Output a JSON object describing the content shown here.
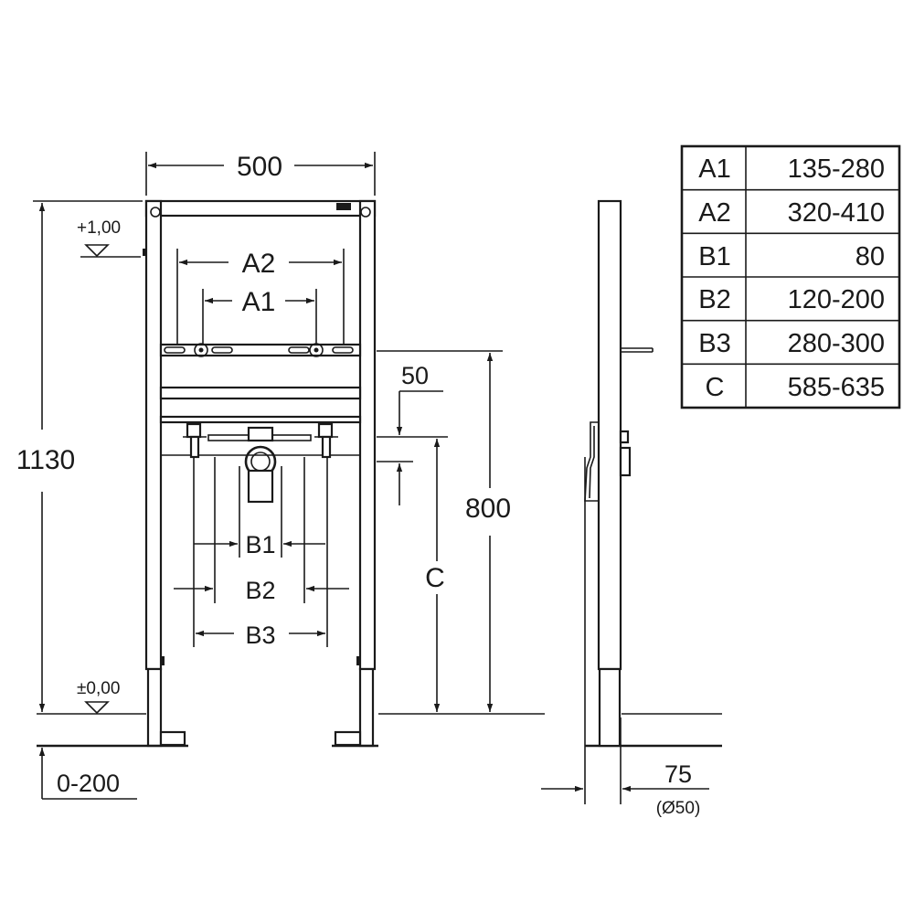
{
  "front_view": {
    "width_label": "500",
    "height_label": "1130",
    "level_top": "+1,00",
    "level_floor": "±0,00",
    "adjust_label": "0-200",
    "a2_label": "A2",
    "a1_label": "A1",
    "b1_label": "B1",
    "b2_label": "B2",
    "b3_label": "B3",
    "c_label": "C",
    "offset_label": "50",
    "drain_height_label": "800"
  },
  "side_view": {
    "depth_label": "75",
    "pipe_label": "(Ø50)"
  },
  "dimension_table": {
    "rows": [
      {
        "key": "A1",
        "value": "135-280"
      },
      {
        "key": "A2",
        "value": "320-410"
      },
      {
        "key": "B1",
        "value": "80"
      },
      {
        "key": "B2",
        "value": "120-200"
      },
      {
        "key": "B3",
        "value": "280-300"
      },
      {
        "key": "C",
        "value": "585-635"
      }
    ]
  }
}
